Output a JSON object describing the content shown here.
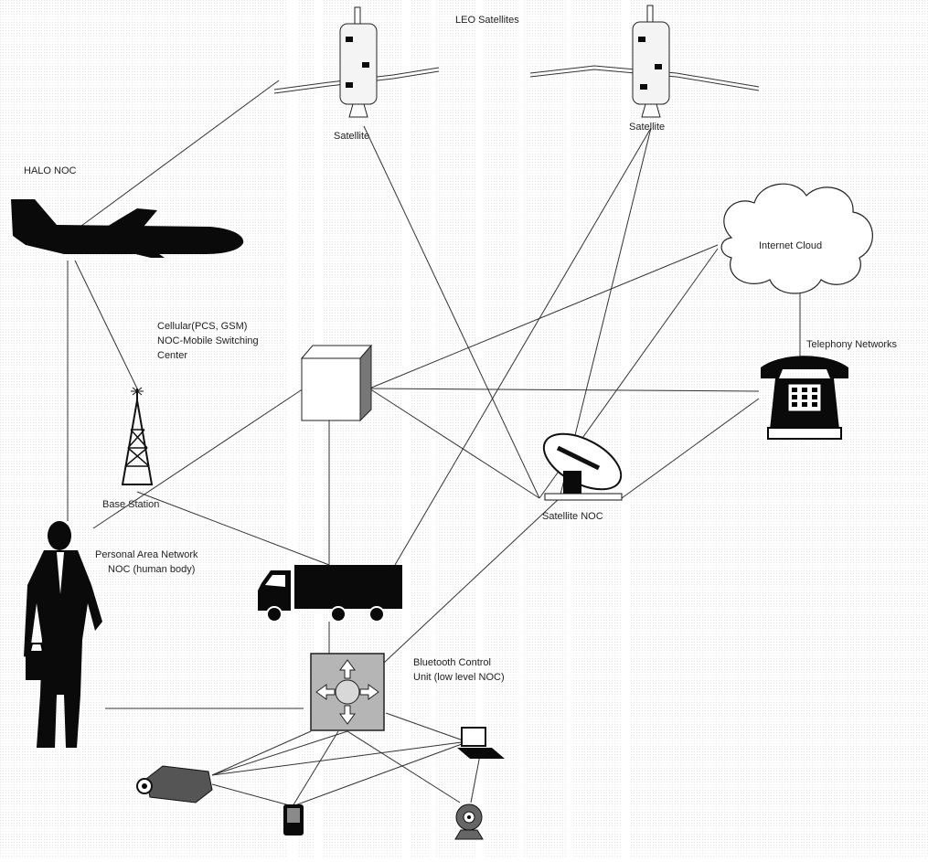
{
  "diagram": {
    "labels": {
      "leo_satellites": "LEO Satellites",
      "satellite_left": "Satellite",
      "satellite_right": "Satellite",
      "halo_noc": "HALO NOC",
      "internet_cloud": "Internet Cloud",
      "telephony": "Telephony Networks",
      "cellular_line1": "Cellular(PCS, GSM)",
      "cellular_line2": "NOC-Mobile Switching",
      "cellular_line3": "Center",
      "base_station": "Base Station",
      "satellite_noc": "Satellite NOC",
      "pan_line1": "Personal Area  Network",
      "pan_line2": "NOC (human body)",
      "bluetooth_line1": "Bluetooth Control",
      "bluetooth_line2": "Unit (low level NOC)"
    },
    "icons": [
      "satellite-icon",
      "airplane-icon",
      "cloud-icon",
      "telephone-icon",
      "switch-cube-icon",
      "tower-icon",
      "dish-icon",
      "person-icon",
      "truck-icon",
      "router-icon",
      "projector-icon",
      "pda-icon",
      "laptop-icon",
      "webcam-icon"
    ],
    "colors": {
      "background": "#ffffff",
      "ink": "#0a0a0a",
      "router_fill": "#b5b5b5"
    }
  }
}
